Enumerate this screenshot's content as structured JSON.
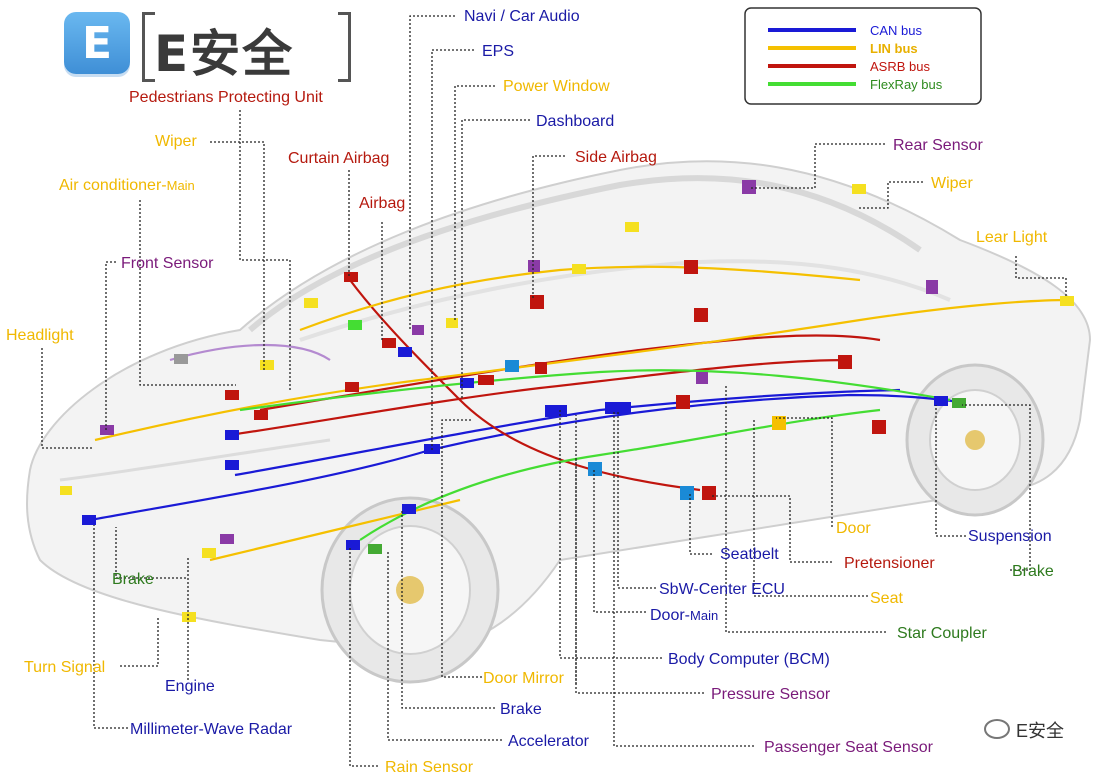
{
  "logo": {
    "letter": "E",
    "text": "E安全"
  },
  "watermark": {
    "text": "E安全",
    "icon": "wechat-icon"
  },
  "legend": {
    "items": [
      {
        "label": "CAN bus",
        "color": "#1a1ad6",
        "text_color": "#1a1ad6"
      },
      {
        "label": "LIN bus",
        "color": "#f5c000",
        "text_color": "#e8b000"
      },
      {
        "label": "ASRB bus",
        "color": "#c0150e",
        "text_color": "#c0150e"
      },
      {
        "label": "FlexRay bus",
        "color": "#44dd33",
        "text_color": "#2e8b1e"
      }
    ]
  },
  "labels": {
    "navi": "Navi / Car Audio",
    "eps": "EPS",
    "power_window": "Power Window",
    "pedestrians": "Pedestrians Protecting Unit",
    "dashboard": "Dashboard",
    "wiper_front": "Wiper",
    "curtain_airbag": "Curtain Airbag",
    "side_airbag": "Side Airbag",
    "rear_sensor": "Rear Sensor",
    "air_cond": "Air conditioner-",
    "air_cond_main": "Main",
    "wiper_rear": "Wiper",
    "airbag": "Airbag",
    "lear_light": "Lear Light",
    "front_sensor": "Front Sensor",
    "headlight": "Headlight",
    "door": "Door",
    "suspension": "Suspension",
    "seatbelt": "Seatbelt",
    "pretensioner": "Pretensioner",
    "brake_right": "Brake",
    "brake_left": "Brake",
    "sbw": "SbW-Center ECU",
    "seat": "Seat",
    "door_main": "Door-",
    "door_main_sub": "Main",
    "star_coupler": "Star Coupler",
    "turn_signal": "Turn Signal",
    "body_computer": "Body Computer (BCM)",
    "engine": "Engine",
    "door_mirror": "Door  Mirror",
    "pressure_sensor": "Pressure Sensor",
    "brake_bottom": "Brake",
    "radar": "Millimeter-Wave Radar",
    "accelerator": "Accelerator",
    "passenger_seat": "Passenger Seat Sensor",
    "rain_sensor": "Rain Sensor"
  },
  "colors": {
    "yellow_label": "#f0b800",
    "red_label": "#b5190e",
    "purple_label": "#7a1a7a",
    "blue_label": "#1a1aa6",
    "green_label": "#2e7a1e"
  }
}
